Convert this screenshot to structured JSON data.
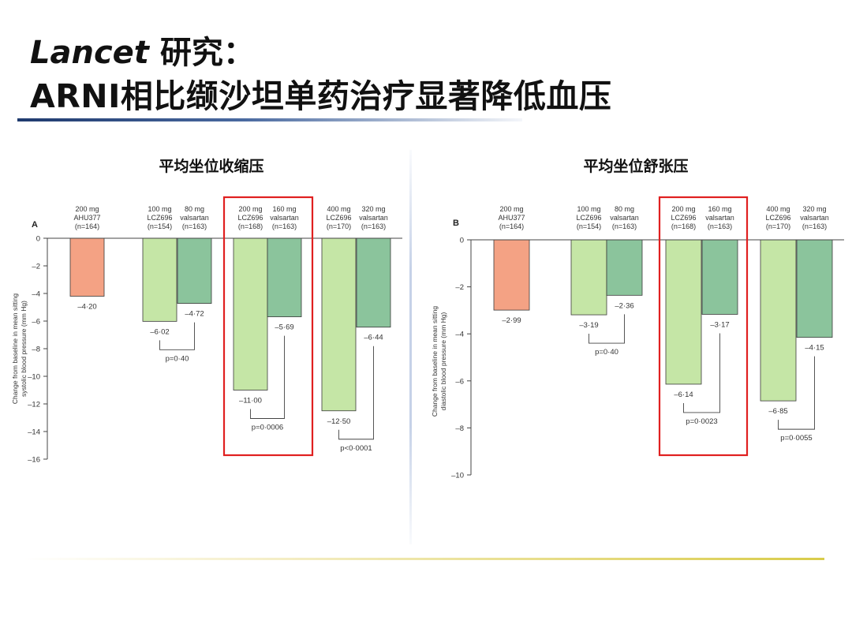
{
  "slide": {
    "title_line1_italic": "Lancet",
    "title_line1_rest": " 研究：",
    "title_line2": "ARNI相比缬沙坦单药治疗显著降低血压"
  },
  "colors": {
    "ahu377": "#f4a284",
    "lcz696": "#c5e6a6",
    "valsartan": "#8bc49c",
    "highlight": "#e02020",
    "bar_stroke": "#3a3a3a"
  },
  "chart_data": [
    {
      "type": "bar",
      "panel_label": "A",
      "title": "平均坐位收缩压",
      "ylabel": "Change from baseline in mean sitting systolic blood pressure (mm Hg)",
      "ylabel_lines": [
        "Change from baseline in mean sitting",
        "systolic blood pressure (mm Hg)"
      ],
      "ylim": [
        -16,
        0
      ],
      "yticks": [
        0,
        -2,
        -4,
        -6,
        -8,
        -10,
        -12,
        -14,
        -16
      ],
      "ytick_labels": [
        "0",
        "–2",
        "–4",
        "–6",
        "–8",
        "–10",
        "–12",
        "–14",
        "–16"
      ],
      "grid": false,
      "highlight_group": 2,
      "groups": [
        {
          "bars": [
            {
              "label": [
                "200 mg",
                "AHU377",
                "(n=164)"
              ],
              "value": -4.2,
              "value_label": "–4·20",
              "color": "ahu377"
            }
          ]
        },
        {
          "bars": [
            {
              "label": [
                "100 mg",
                "LCZ696",
                "(n=154)"
              ],
              "value": -6.02,
              "value_label": "–6·02",
              "color": "lcz696"
            },
            {
              "label": [
                "80 mg",
                "valsartan",
                "(n=163)"
              ],
              "value": -4.72,
              "value_label": "–4·72",
              "color": "valsartan"
            }
          ],
          "p_label": "p=0·40"
        },
        {
          "bars": [
            {
              "label": [
                "200 mg",
                "LCZ696",
                "(n=168)"
              ],
              "value": -11.0,
              "value_label": "–11·00",
              "color": "lcz696"
            },
            {
              "label": [
                "160 mg",
                "valsartan",
                "(n=163)"
              ],
              "value": -5.69,
              "value_label": "–5·69",
              "color": "valsartan"
            }
          ],
          "p_label": "p=0·0006"
        },
        {
          "bars": [
            {
              "label": [
                "400 mg",
                "LCZ696",
                "(n=170)"
              ],
              "value": -12.5,
              "value_label": "–12·50",
              "color": "lcz696"
            },
            {
              "label": [
                "320 mg",
                "valsartan",
                "(n=163)"
              ],
              "value": -6.44,
              "value_label": "–6·44",
              "color": "valsartan"
            }
          ],
          "p_label": "p<0·0001"
        }
      ]
    },
    {
      "type": "bar",
      "panel_label": "B",
      "title": "平均坐位舒张压",
      "ylabel": "Change from baseline in mean sitting diastolic blood pressure (mm Hg)",
      "ylabel_lines": [
        "Change from baseline in mean sitting",
        "diastolic blood pressure (mm Hg)"
      ],
      "ylim": [
        -10,
        0
      ],
      "yticks": [
        0,
        -2,
        -4,
        -6,
        -8,
        -10
      ],
      "ytick_labels": [
        "0",
        "–2",
        "–4",
        "–6",
        "–8",
        "–10"
      ],
      "grid": false,
      "highlight_group": 2,
      "groups": [
        {
          "bars": [
            {
              "label": [
                "200 mg",
                "AHU377",
                "(n=164)"
              ],
              "value": -2.99,
              "value_label": "–2·99",
              "color": "ahu377"
            }
          ]
        },
        {
          "bars": [
            {
              "label": [
                "100 mg",
                "LCZ696",
                "(n=154)"
              ],
              "value": -3.19,
              "value_label": "–3·19",
              "color": "lcz696"
            },
            {
              "label": [
                "80 mg",
                "valsartan",
                "(n=163)"
              ],
              "value": -2.36,
              "value_label": "–2·36",
              "color": "valsartan"
            }
          ],
          "p_label": "p=0·40"
        },
        {
          "bars": [
            {
              "label": [
                "200 mg",
                "LCZ696",
                "(n=168)"
              ],
              "value": -6.14,
              "value_label": "–6·14",
              "color": "lcz696"
            },
            {
              "label": [
                "160 mg",
                "valsartan",
                "(n=163)"
              ],
              "value": -3.17,
              "value_label": "–3·17",
              "color": "valsartan"
            }
          ],
          "p_label": "p=0·0023"
        },
        {
          "bars": [
            {
              "label": [
                "400 mg",
                "LCZ696",
                "(n=170)"
              ],
              "value": -6.85,
              "value_label": "–6·85",
              "color": "lcz696"
            },
            {
              "label": [
                "320 mg",
                "valsartan",
                "(n=163)"
              ],
              "value": -4.15,
              "value_label": "–4·15",
              "color": "valsartan"
            }
          ],
          "p_label": "p=0·0055"
        }
      ]
    }
  ]
}
